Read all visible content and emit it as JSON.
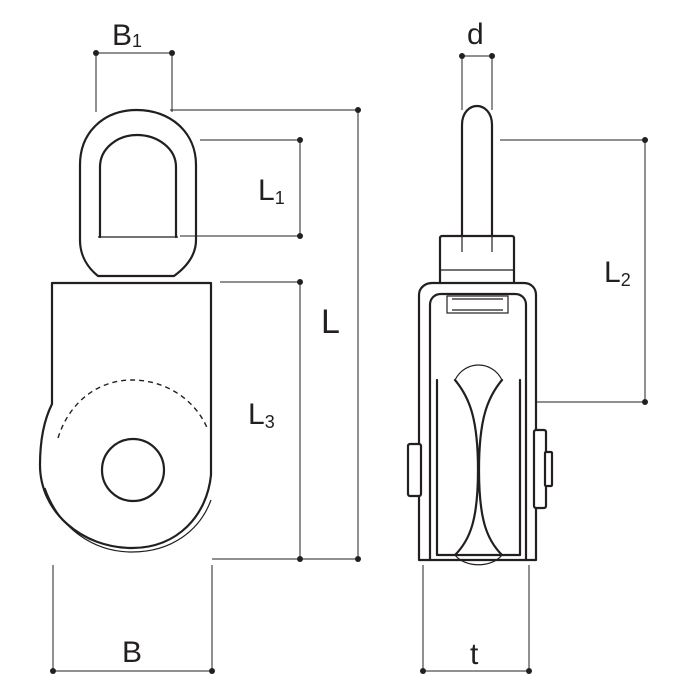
{
  "labels": {
    "b1": {
      "main": "B",
      "sub": "1"
    },
    "l1": {
      "main": "L",
      "sub": "1"
    },
    "l": {
      "main": "L"
    },
    "l3": {
      "main": "L",
      "sub": "3"
    },
    "b": {
      "main": "B"
    },
    "d": {
      "main": "d"
    },
    "l2": {
      "main": "L",
      "sub": "2"
    },
    "t": {
      "main": "t"
    }
  },
  "colors": {
    "ink": "#231f20",
    "background": "#ffffff"
  }
}
